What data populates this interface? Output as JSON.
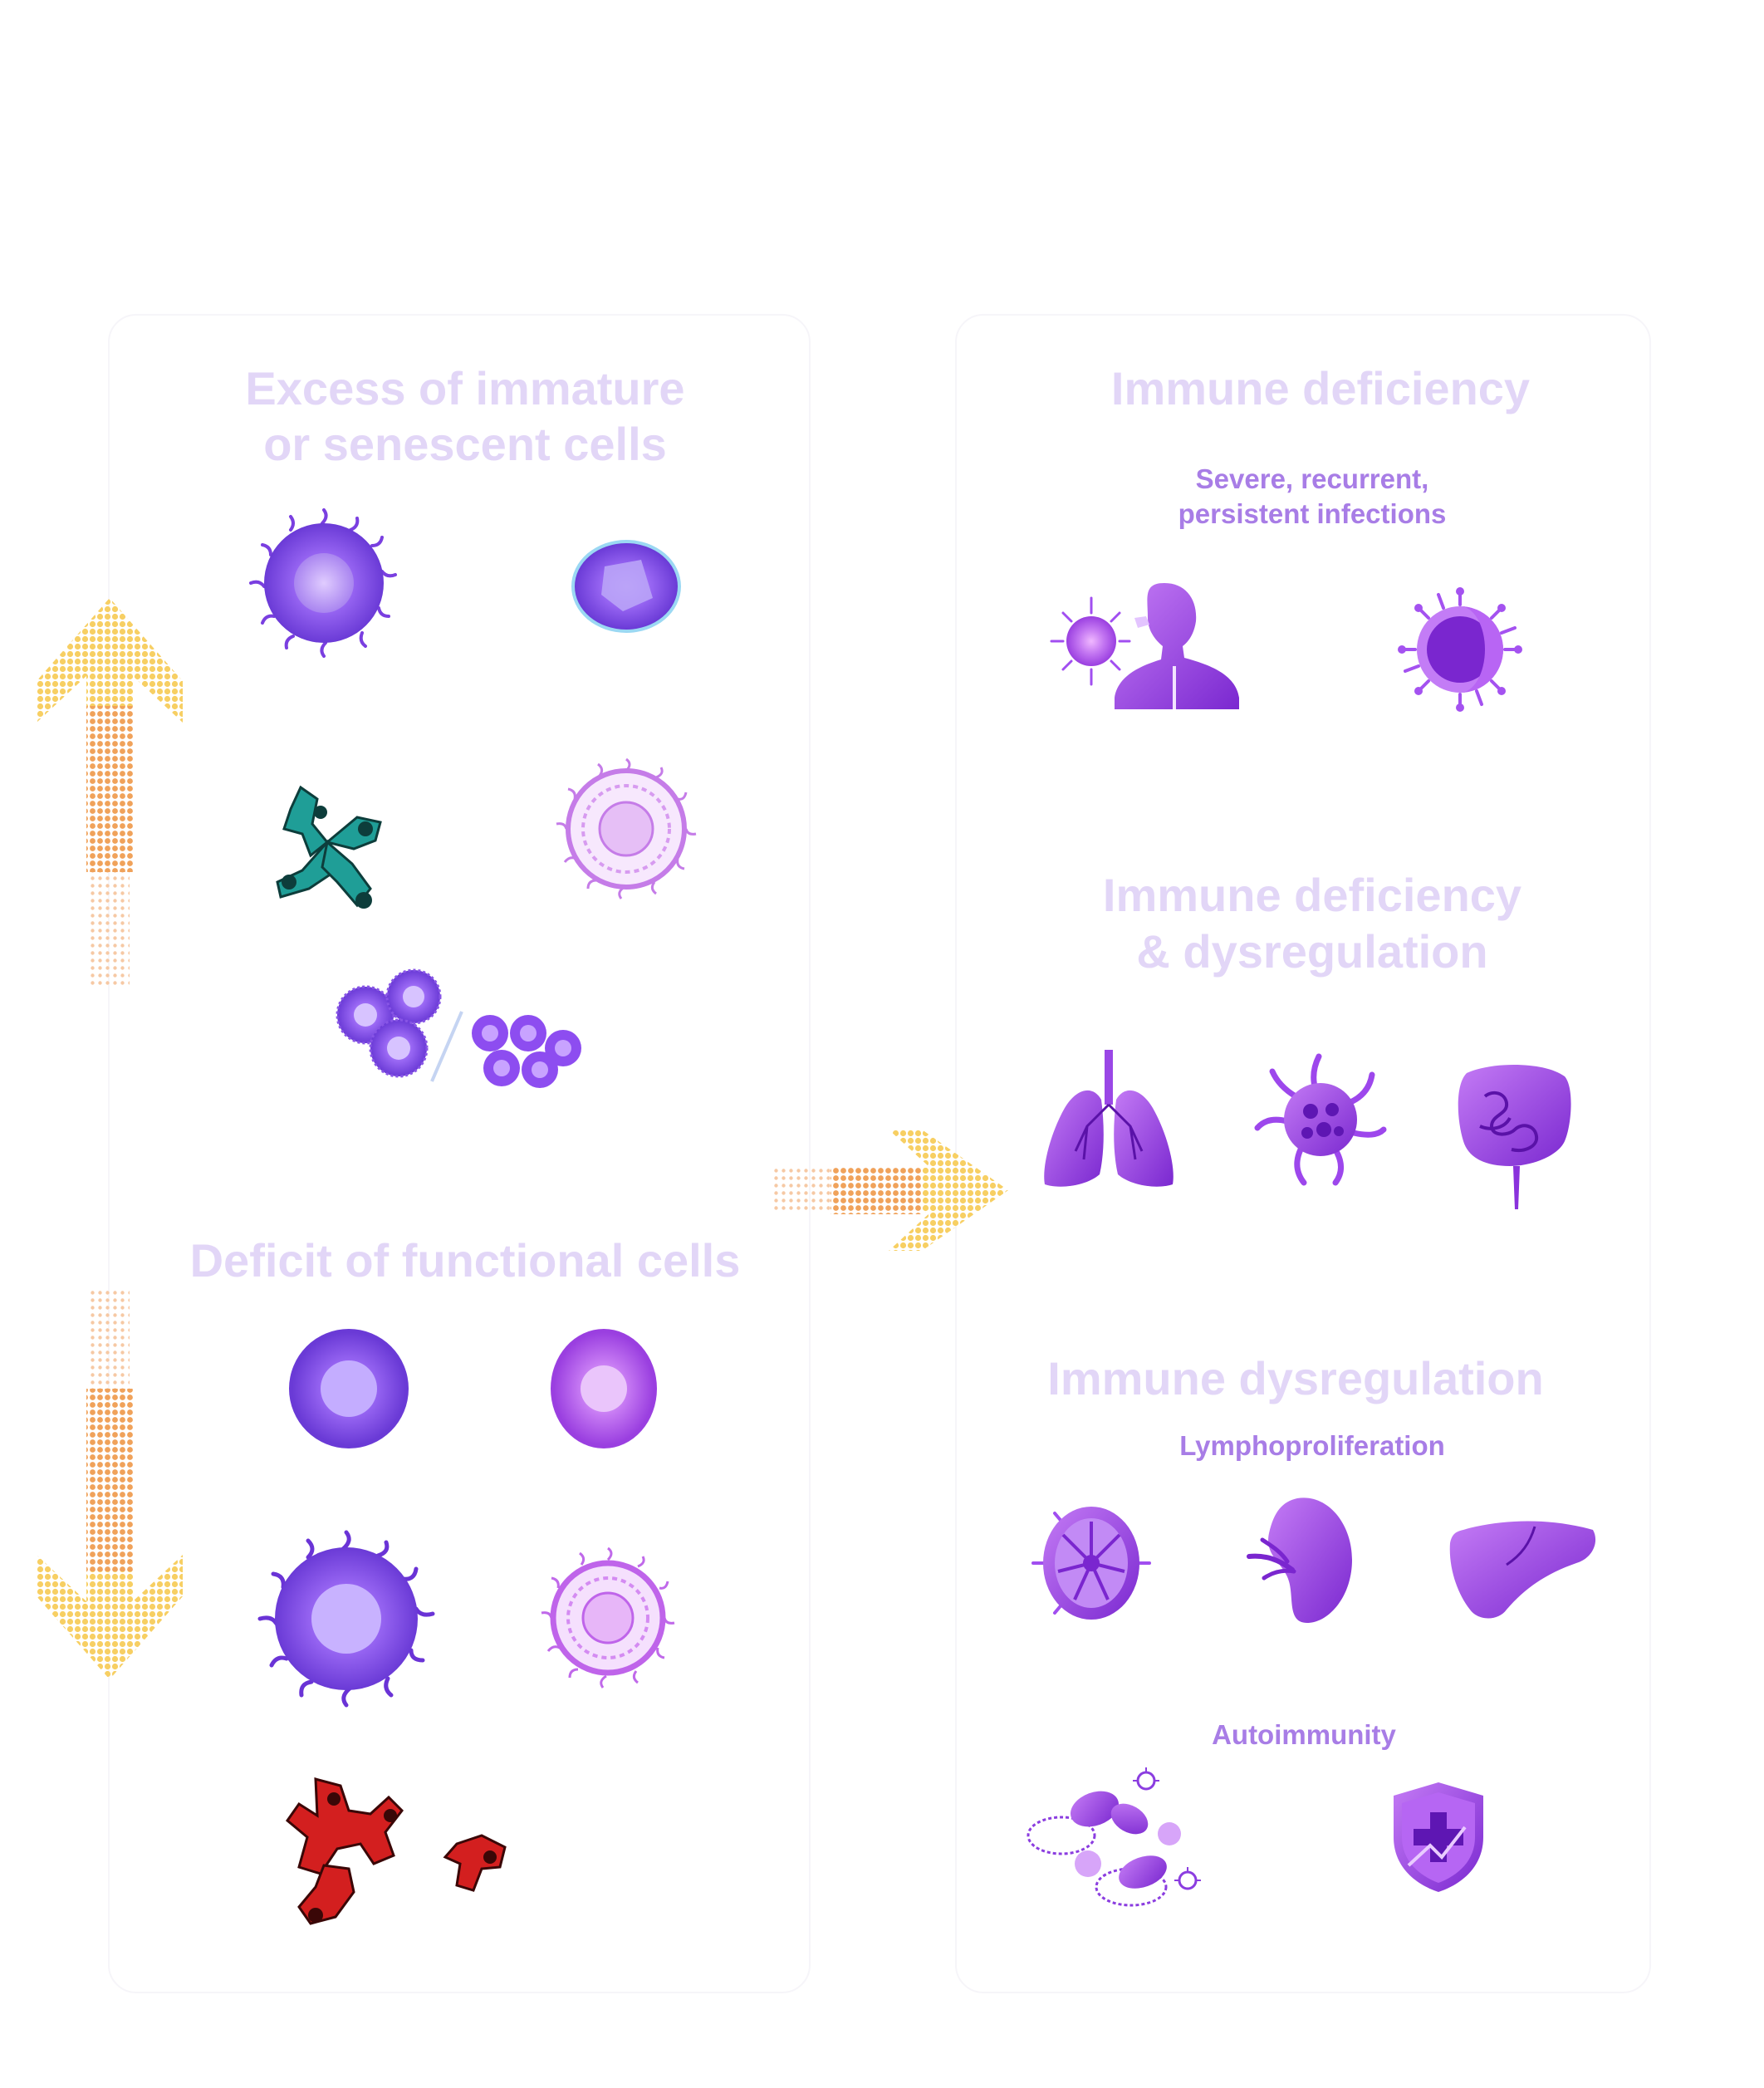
{
  "column_titles": {
    "left": "",
    "right": ""
  },
  "left_panel": {
    "excess_heading": "Excess of immature or senescent cells",
    "deficit_heading": "Deficit of functional cells",
    "excess_cells": [
      {
        "icon": "purple-cell-icon",
        "label": ""
      },
      {
        "icon": "blue-cell-icon",
        "label": ""
      },
      {
        "icon": "teal-antibody-icon",
        "label": ""
      },
      {
        "icon": "outlined-cell-icon",
        "label": ""
      },
      {
        "icon": "cell-cluster-icon",
        "label": ""
      }
    ],
    "deficit_cells": [
      {
        "icon": "purple-cell-icon",
        "label": ""
      },
      {
        "icon": "pink-cell-icon",
        "label": ""
      },
      {
        "icon": "spiky-cell-icon",
        "label": ""
      },
      {
        "icon": "outlined-cell-icon",
        "label": ""
      },
      {
        "icon": "red-antibody-icon",
        "label": ""
      }
    ]
  },
  "center_arrow_label": "",
  "right_panel": {
    "section1": {
      "heading": "Immune deficiency",
      "subheading_line1": "Severe, recurrent,",
      "subheading_line2": "persistent infections",
      "items": [
        {
          "icon": "respiratory-person-icon",
          "label": ""
        },
        {
          "icon": "virus-icon",
          "label": ""
        }
      ]
    },
    "section2": {
      "heading_line1": "Immune deficiency",
      "heading_line2": "& dysregulation",
      "items": [
        {
          "icon": "lungs-icon",
          "label": ""
        },
        {
          "icon": "dendritic-cell-icon",
          "label": ""
        },
        {
          "icon": "intestine-icon",
          "label": ""
        }
      ]
    },
    "section3": {
      "heading": "Immune dysregulation",
      "sub1": "Lymphoproliferation",
      "sub1_items": [
        {
          "icon": "lymph-node-icon",
          "label": ""
        },
        {
          "icon": "spleen-icon",
          "label": ""
        },
        {
          "icon": "liver-icon",
          "label": ""
        }
      ],
      "sub2": "Autoimmunity",
      "sub2_items": [
        {
          "icon": "blood-cells-icon",
          "label": ""
        },
        {
          "icon": "shield-cross-icon",
          "label": ""
        }
      ]
    }
  },
  "colors": {
    "heading_faint": "#e2d6f7",
    "subheading": "#a87de6",
    "purple": "#8a3ddb",
    "violet": "#b064f0",
    "arrow_yellow": "#f7d36a",
    "arrow_orange": "#f1a55a",
    "teal": "#1a8f8a",
    "red": "#c81e1e"
  }
}
